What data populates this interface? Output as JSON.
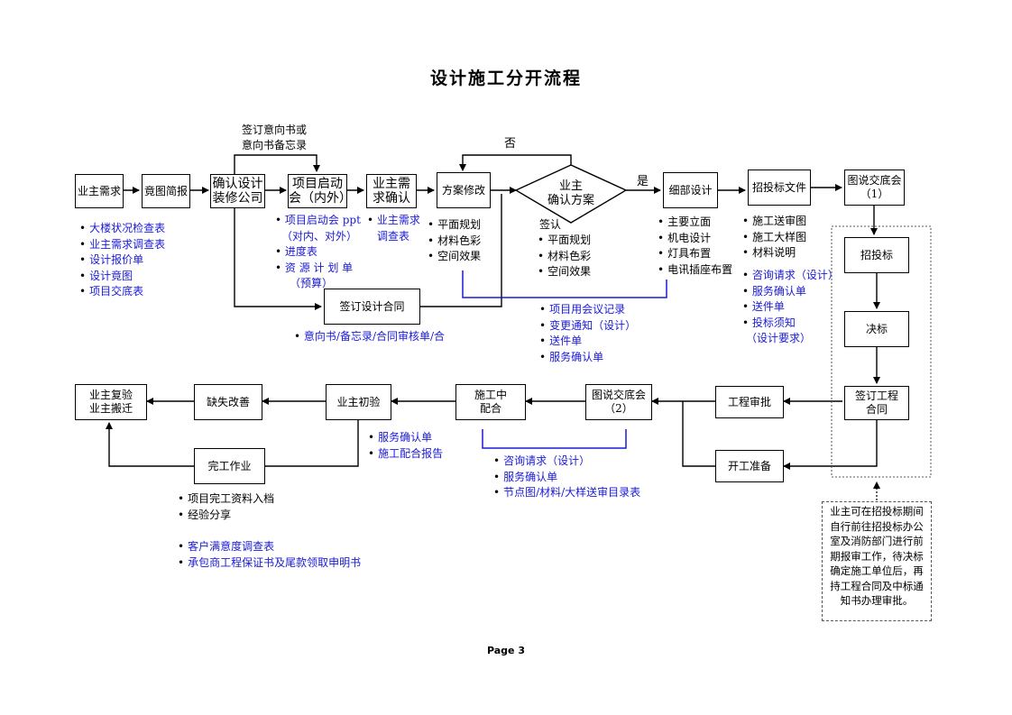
{
  "title": "设计施工分开流程",
  "boxes": {
    "yezhu_xuqiu": "业主需求",
    "jingtu_jianbao": "竟图简报",
    "queren_sheji": "确认设计\n装修公司",
    "xiangmu_qidong": "项目启动\n会（内外）",
    "yezhu_xuqiu_queren": "业主需\n求确认",
    "fangan_xiugai": "方案修改",
    "yezhu_queren_fangan": "业主\n确认方案",
    "xibu_sheji": "细部设计",
    "zhaotoubiao_wenjian": "招投标文件",
    "tushuo_jiaodi_1": "图说交底会\n（1）",
    "zhaotoubiao": "招投标",
    "juebiao": "决标",
    "qianding_gongcheng_hetong": "签订工程\n合同",
    "qianding_sheji_hetong": "签订设计合同",
    "gongcheng_shenpi": "工程审批",
    "kaigong_zhunbei": "开工准备",
    "tushuo_jiaodi_2": "图说交底会\n（2）",
    "shigong_peihe": "施工中\n配合",
    "yezhu_chuyan": "业主初验",
    "quexian_gaishan": "缺失改善",
    "yezhu_fuyan": "业主复验\n业主搬迁",
    "wangong_zuoye": "完工作业"
  },
  "labels": {
    "qianding_yixiang": "签订意向书或\n意向书备忘录",
    "fou": "否",
    "shi": "是",
    "qianren": "签认"
  },
  "lists": {
    "yezhu_xuqiu_docs": [
      "大楼状况检查表",
      "业主需求调查表",
      "设计报价单",
      "设计竟图",
      "项目交底表"
    ],
    "qidong_docs": [
      "项目启动会 ppt",
      "（对内、对外）",
      "进度表",
      "资 源 计 划 单",
      "（预算）"
    ],
    "xuqiu_queren_docs": [
      "业主需求",
      "调查表"
    ],
    "fangan_items": [
      "平面规划",
      "材料色彩",
      "空间效果"
    ],
    "qianren_items": [
      "平面规划",
      "材料色彩",
      "空间效果"
    ],
    "xibu_items": [
      "主要立面",
      "机电设计",
      "灯具布置",
      "电讯插座布置"
    ],
    "zhaotoubiao_items": [
      "施工送审图",
      "施工大样图",
      "材料说明"
    ],
    "zhaotoubiao_docs": [
      "咨询请求（设计）",
      "服务确认单",
      "送件单",
      "投标须知",
      "（设计要求）"
    ],
    "sheji_hetong_docs": "意向书/备忘录/合同审核单/合",
    "xibu_docs": [
      "项目用会议记录",
      "变更通知（设计）",
      "送件单",
      "服务确认单"
    ],
    "chuyan_docs": [
      "服务确认单",
      "施工配合报告"
    ],
    "jiaodi2_docs": [
      "咨询请求（设计）",
      "服务确认单",
      "节点图/材料/大样送审目录表"
    ],
    "wangong_items": [
      "项目完工资料入档",
      "经验分享"
    ],
    "wangong_docs": [
      "客户满意度调查表",
      "承包商工程保证书及尾款领取申明书"
    ]
  },
  "note": "业主可在招投标期间自行前往招投标办公室及消防部门进行前期报审工作，待决标确定施工单位后，再持工程合同及中标通知书办理审批。",
  "footer": "Page 3",
  "colors": {
    "line": "#000000",
    "highlight": "#1a1ad6",
    "note_border": "#555555"
  }
}
